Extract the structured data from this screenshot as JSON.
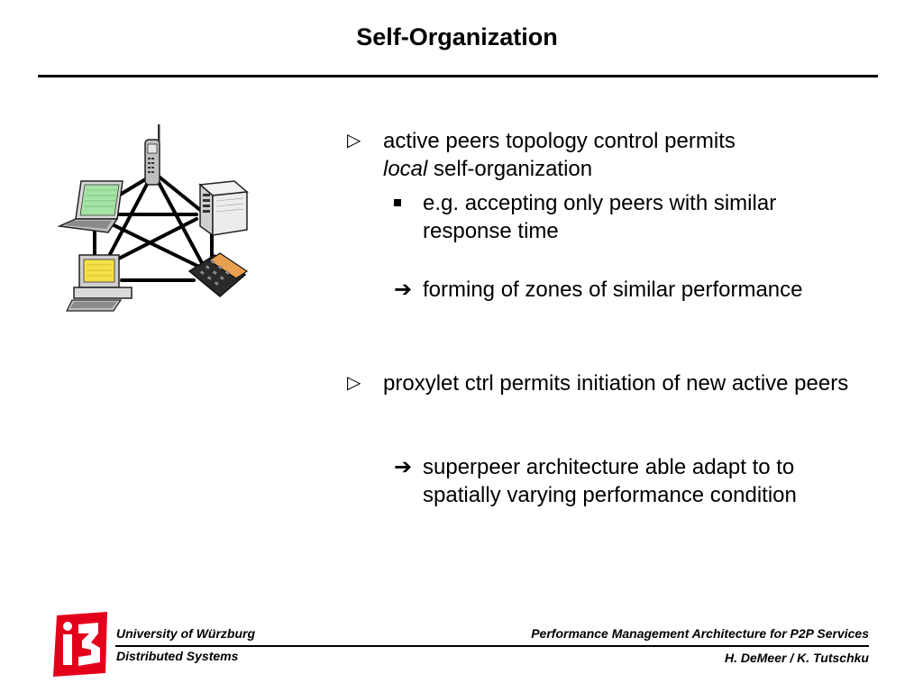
{
  "slide": {
    "title": "Self-Organization"
  },
  "bullets": {
    "b1_glyph": "▷",
    "b1_line1": "active peers topology control permits",
    "b1_local": "local",
    "b1_line2_rest": " self-organization",
    "sub1": "e.g. accepting only peers with similar response time",
    "arrow_glyph": "➔",
    "arrow1": "forming of zones of similar performance",
    "b2_glyph": "▷",
    "b2": "proxylet ctrl permits initiation of new active peers",
    "arrow2": "superpeer architecture able adapt to to spatially varying performance condition"
  },
  "footer": {
    "left1": "University of Würzburg",
    "left2": "Distributed Systems",
    "right1": "Performance Management Architecture for P2P Services",
    "right2": "H. DeMeer / K. Tutschku"
  },
  "colors": {
    "logo_red": "#e3001b",
    "laptop_screen": "#a6e3a6",
    "pc_screen": "#f5e04a",
    "device_dark": "#2a2a2a"
  }
}
